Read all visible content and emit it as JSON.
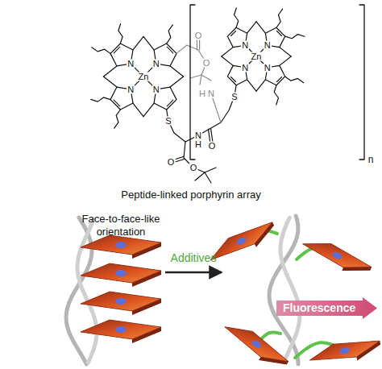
{
  "diagram": {
    "caption": "Peptide-linked porphyrin array",
    "nodes": [
      {
        "text": [
          "Fluorescence"
        ]
      }
    ],
    "labels": [
      "N",
      "N",
      "N",
      "N",
      "Zn",
      "N",
      "N",
      "N",
      "N",
      "Zn",
      "S",
      "N",
      "H",
      "O",
      "O",
      "O",
      "S",
      "O",
      "O",
      "N",
      "H",
      "n",
      "Face-to-face-like orientation",
      "Additives"
    ]
  }
}
